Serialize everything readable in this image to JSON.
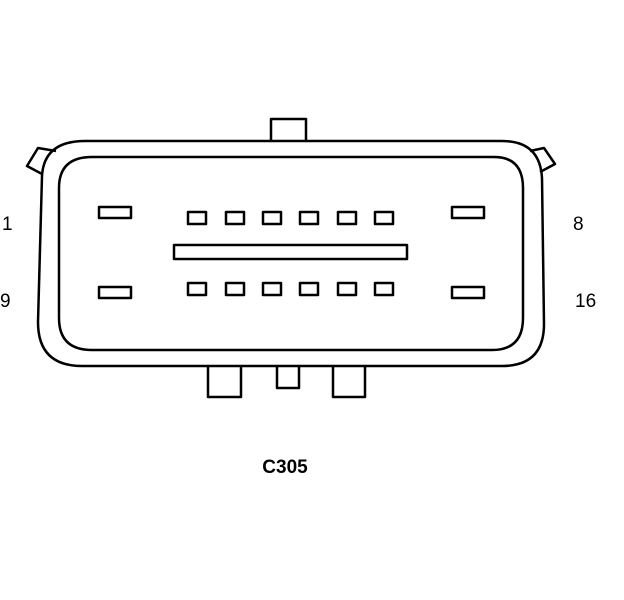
{
  "connector": {
    "id": "C305",
    "pin_labels": {
      "top_left": "1",
      "top_right": "8",
      "bottom_left": "9",
      "bottom_right": "16"
    },
    "pins_per_row": 8,
    "rows": 2
  },
  "colors": {
    "stroke": "#000000",
    "background": "#ffffff"
  }
}
